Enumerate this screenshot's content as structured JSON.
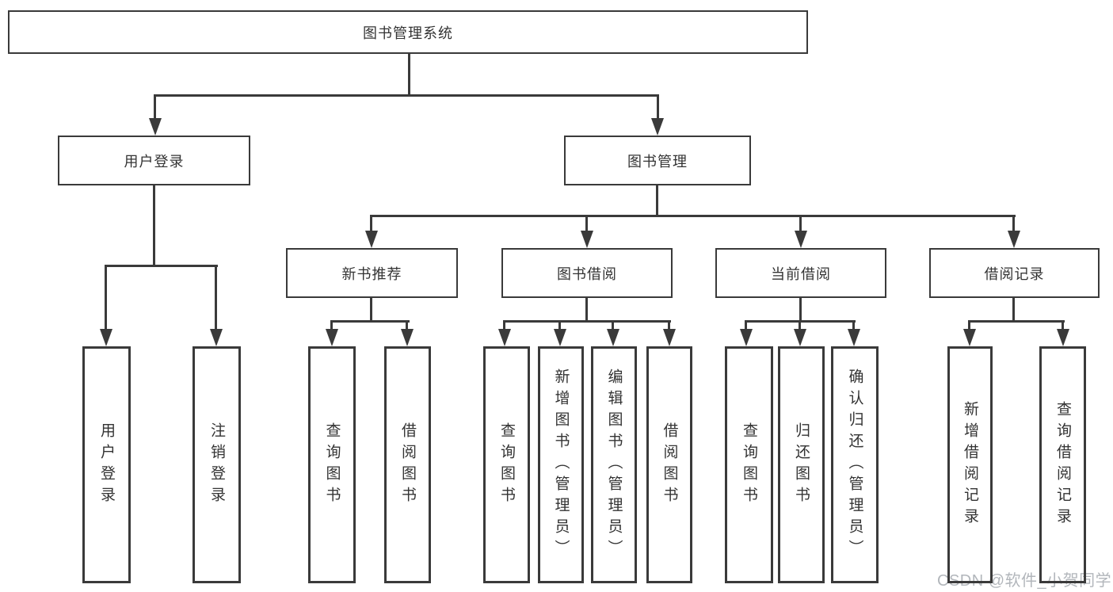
{
  "tree": {
    "root": {
      "label": "图书管理系统"
    },
    "branches": [
      {
        "label": "用户登录",
        "children": [
          "用户登录",
          "注销登录"
        ]
      },
      {
        "label": "图书管理",
        "groups": [
          {
            "label": "新书推荐",
            "children": [
              "查询图书",
              "借阅图书"
            ]
          },
          {
            "label": "图书借阅",
            "children": [
              "查询图书",
              "新增图书（管理员）",
              "编辑图书（管理员）",
              "借阅图书"
            ]
          },
          {
            "label": "当前借阅",
            "children": [
              "查询图书",
              "归还图书",
              "确认归还（管理员）"
            ]
          },
          {
            "label": "借阅记录",
            "children": [
              "新增借阅记录",
              "查询借阅记录"
            ]
          }
        ]
      }
    ]
  },
  "watermark": "CSDN @软件_小贺同学",
  "colors": {
    "line": "#3a3a3a",
    "text": "#333333",
    "watermark": "#b2b6bb",
    "background": "#ffffff"
  }
}
